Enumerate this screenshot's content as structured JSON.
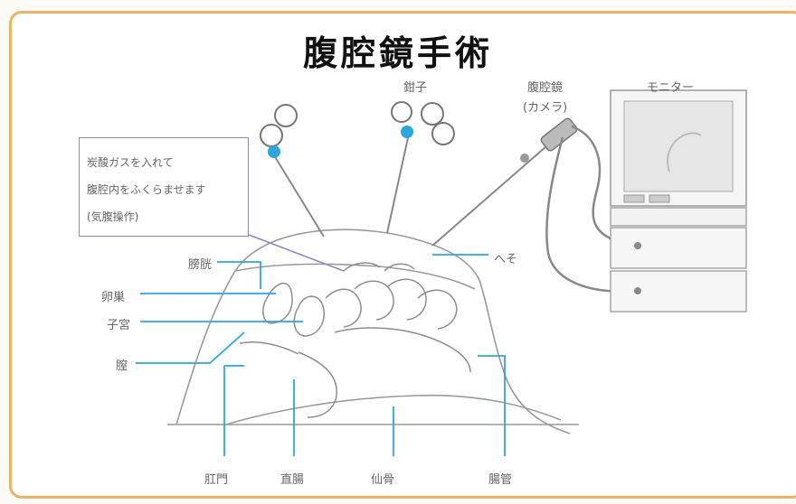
{
  "title": "腹腔鏡手術",
  "note_lines": [
    "炭酸ガスを入れて",
    "腹腔内をふくらませます",
    "(気腹操作)"
  ],
  "labels": {
    "forceps": "鉗子",
    "laparoscope_line1": "腹腔鏡",
    "laparoscope_line2": "(カメラ)",
    "monitor": "モニター",
    "navel": "へそ",
    "bladder": "膀胱",
    "ovary": "卵巣",
    "uterus": "子宮",
    "vagina": "膣",
    "anus": "肛門",
    "rectum": "直腸",
    "spine": "仙骨",
    "intestine": "腸管"
  },
  "colors": {
    "frame": "#f0b25e",
    "callout": "#29a7e1",
    "note_border": "#8a8ac8",
    "instrument_tip": "#2aa6e0"
  }
}
